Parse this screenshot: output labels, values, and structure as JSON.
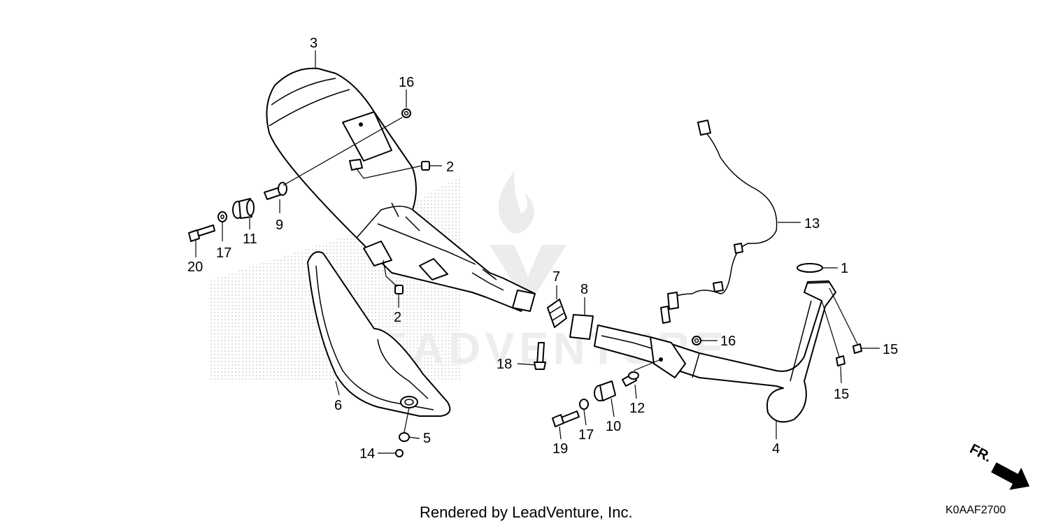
{
  "diagram": {
    "footer_text": "Rendered by LeadVenture, Inc.",
    "watermark_text": "LEADVENTURE",
    "diagram_code": "K0AAF2700",
    "direction_label": "FR.",
    "callouts": {
      "c1": "1",
      "c2a": "2",
      "c2b": "2",
      "c3": "3",
      "c4": "4",
      "c5": "5",
      "c6": "6",
      "c7": "7",
      "c8": "8",
      "c9": "9",
      "c10": "10",
      "c11": "11",
      "c12": "12",
      "c13": "13",
      "c14": "14",
      "c15a": "15",
      "c15b": "15",
      "c16a": "16",
      "c16b": "16",
      "c17a": "17",
      "c17b": "17",
      "c18": "18",
      "c19": "19",
      "c20": "20"
    }
  }
}
